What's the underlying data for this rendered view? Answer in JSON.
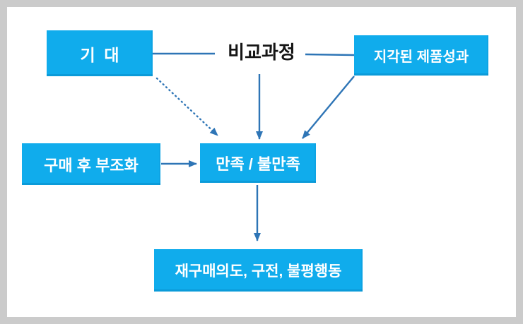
{
  "colors": {
    "box_fill": "#10acec",
    "arrow": "#2e75b6",
    "frame_border": "#cbcbcb",
    "canvas_bg": "#ffffff",
    "box_text": "#ffffff",
    "comparison_text": "#151515"
  },
  "diagram": {
    "comparison_label": "비교과정",
    "nodes": [
      {
        "id": "expectation",
        "label": "기  대"
      },
      {
        "id": "perceived-product-performance",
        "label": "지각된 제품성과"
      },
      {
        "id": "post-purchase-dissonance",
        "label": "구매 후 부조화"
      },
      {
        "id": "satisfaction-dissatisfaction",
        "label": "만족 / 불만족"
      },
      {
        "id": "outcomes",
        "label": "재구매의도, 구전, 불평행동"
      }
    ],
    "edges": [
      {
        "from": "expectation",
        "to": "comparison-label",
        "style": "plain-line"
      },
      {
        "from": "comparison-label",
        "to": "perceived-product-performance",
        "style": "plain-line"
      },
      {
        "from": "expectation",
        "to": "satisfaction-dissatisfaction",
        "style": "dotted-arrow"
      },
      {
        "from": "comparison-label",
        "to": "satisfaction-dissatisfaction",
        "style": "solid-arrow"
      },
      {
        "from": "perceived-product-performance",
        "to": "satisfaction-dissatisfaction",
        "style": "solid-arrow"
      },
      {
        "from": "post-purchase-dissonance",
        "to": "satisfaction-dissatisfaction",
        "style": "solid-arrow"
      },
      {
        "from": "satisfaction-dissatisfaction",
        "to": "outcomes",
        "style": "solid-arrow"
      }
    ]
  }
}
